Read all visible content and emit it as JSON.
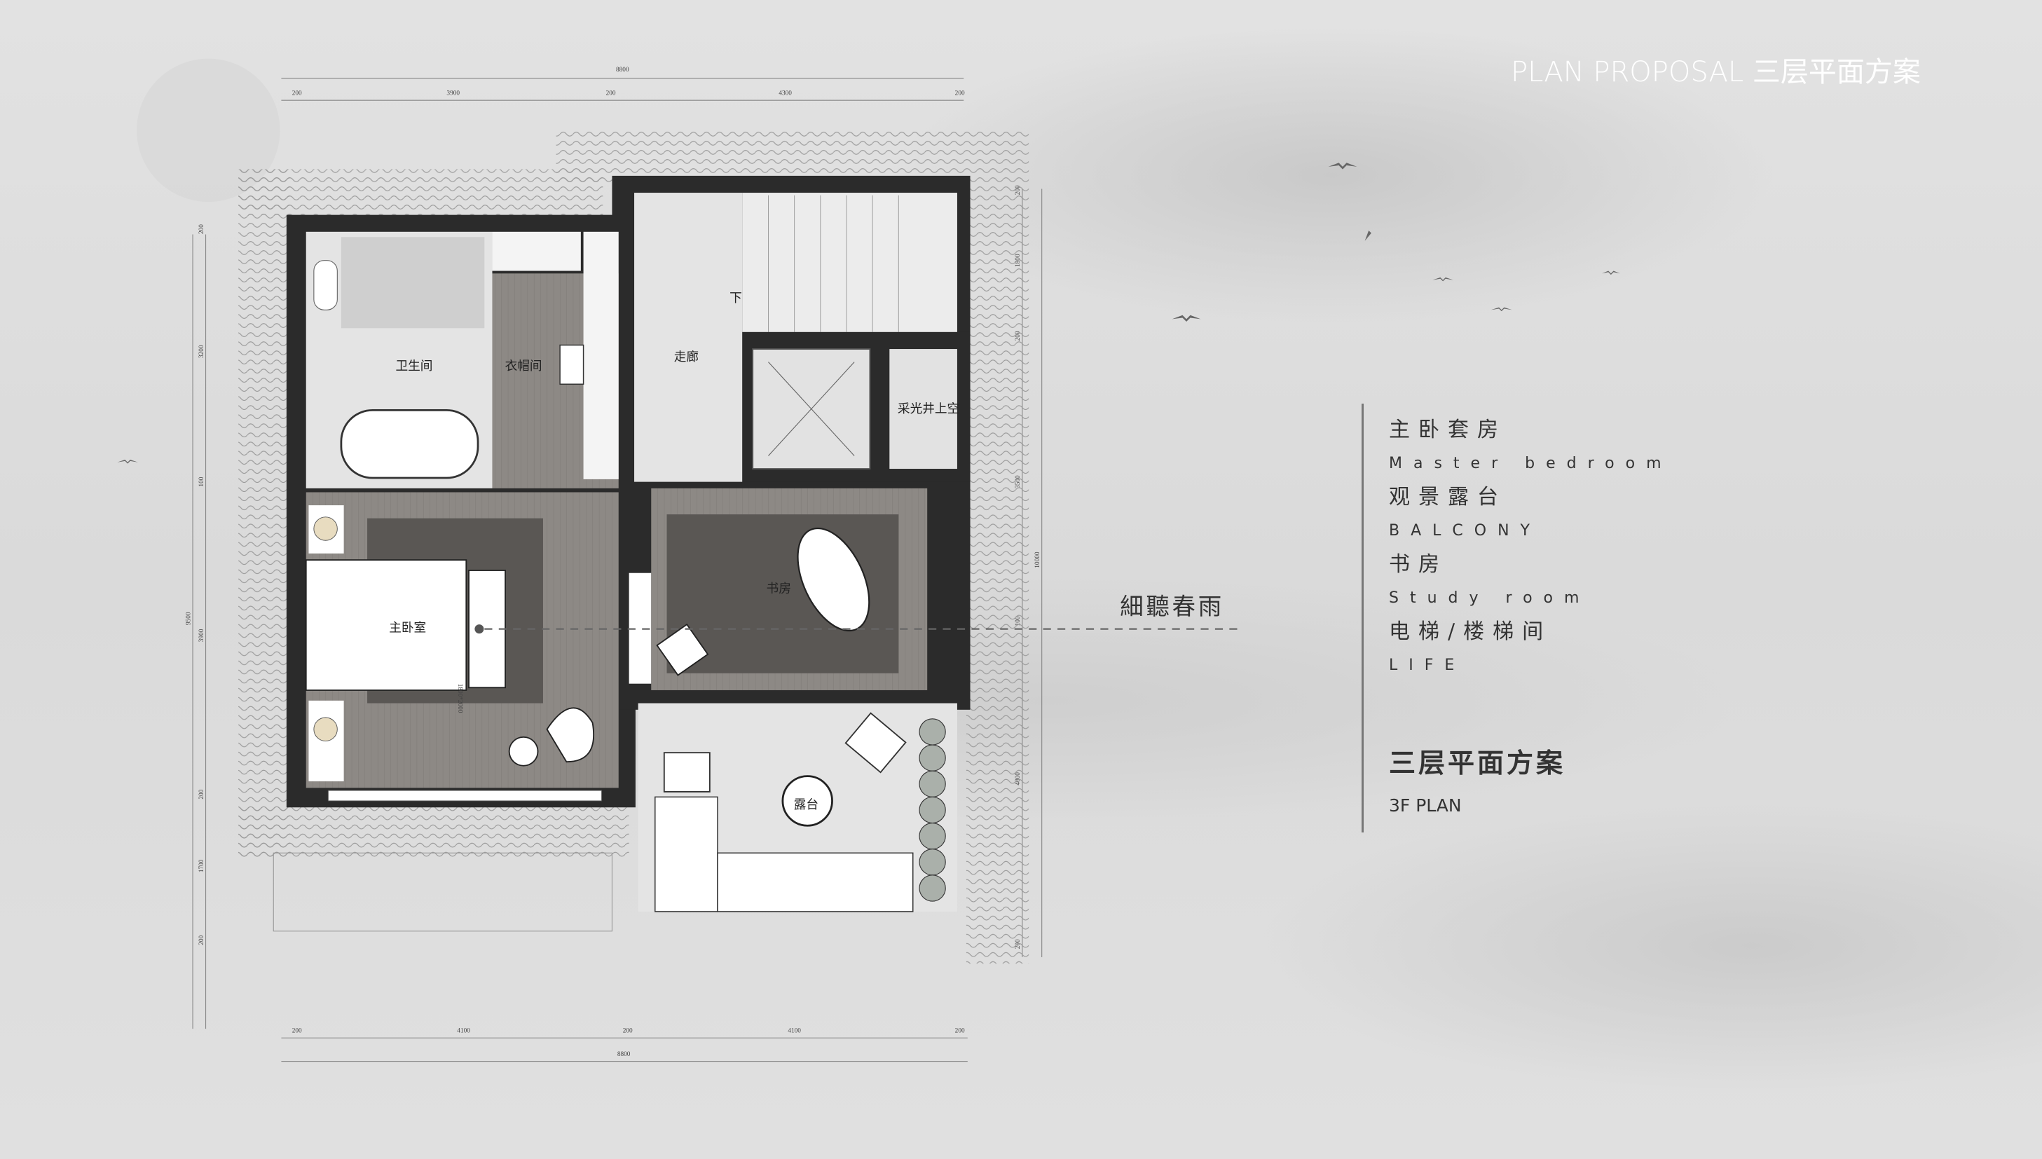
{
  "header": {
    "title": "PLAN PROPOSAL 三层平面方案"
  },
  "legend": {
    "items": [
      {
        "zh": "主卧套房",
        "en": "Master bedroom"
      },
      {
        "zh": "观景露台",
        "en": "BALCONY"
      },
      {
        "zh": "书房",
        "en": "Study room"
      },
      {
        "zh": "电梯/楼梯间",
        "en": "LIFE"
      }
    ],
    "heading": "三层平面方案",
    "subheading": "3F PLAN"
  },
  "plan": {
    "rooms": {
      "bathroom": "卫生间",
      "closet": "衣帽间",
      "corridor": "走廊",
      "stairs_down": "下",
      "lightwell": "采光井上空",
      "study": "书房",
      "master_bedroom": "主卧室",
      "terrace": "露台",
      "bed_size": "1800*2000"
    },
    "annotation": "細聽春雨",
    "dimensions": {
      "top_total": "8800",
      "top": [
        "200",
        "3900",
        "200",
        "4300",
        "200"
      ],
      "bottom_total": "8800",
      "bottom": [
        "200",
        "4100",
        "200",
        "4100",
        "200"
      ],
      "left_total": "9500",
      "left": [
        "200",
        "3200",
        "100",
        "3900",
        "200",
        "1700",
        "200"
      ],
      "right_total": "10000",
      "right": [
        "200",
        "1800",
        "200",
        "3500",
        "100",
        "4000",
        "200"
      ]
    }
  },
  "colors": {
    "wall": "#2b2b2b",
    "wood": "#6e6a66",
    "floor": "#e4e4e4",
    "title": "#ffffff"
  }
}
